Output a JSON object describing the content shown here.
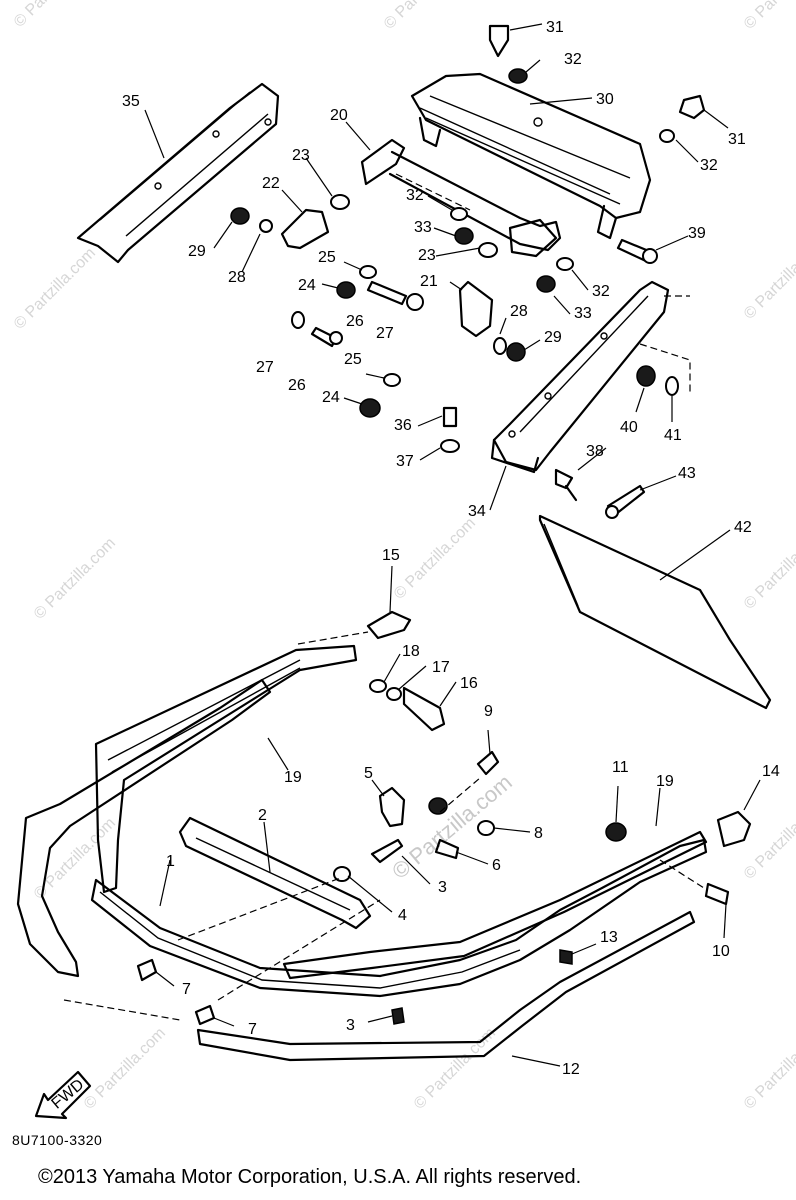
{
  "diagram": {
    "callouts": [
      "1",
      "2",
      "3",
      "3",
      "4",
      "5",
      "6",
      "7",
      "7",
      "8",
      "9",
      "10",
      "11",
      "12",
      "13",
      "14",
      "15",
      "16",
      "17",
      "18",
      "19",
      "19",
      "20",
      "21",
      "22",
      "23",
      "23",
      "24",
      "24",
      "25",
      "25",
      "26",
      "26",
      "27",
      "27",
      "28",
      "28",
      "29",
      "29",
      "30",
      "31",
      "31",
      "32",
      "32",
      "32",
      "32",
      "33",
      "33",
      "34",
      "35",
      "36",
      "37",
      "38",
      "39",
      "40",
      "41",
      "42",
      "43"
    ],
    "fwd_label": "FWD",
    "watermark": "© Partzilla.com",
    "center_watermark": "© Partzilla.com"
  },
  "footer": {
    "diagram_code": "8U7100-3320",
    "copyright": "©2013 Yamaha Motor Corporation, U.S.A. All rights reserved."
  }
}
